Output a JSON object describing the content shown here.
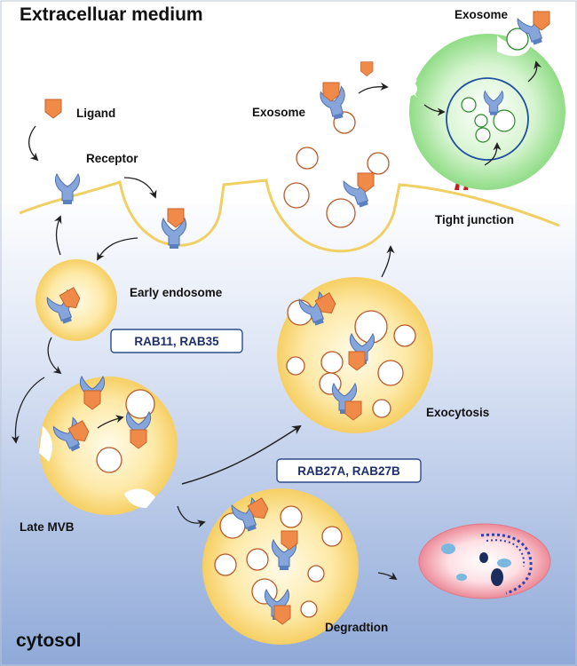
{
  "labels": {
    "extracellular": "Extracelluar medium",
    "cytosol": "cytosol",
    "ligand": "Ligand",
    "receptor": "Receptor",
    "exosome_mid": "Exosome",
    "exosome_top": "Exosome",
    "tight_junction": "Tight junction",
    "early_endosome": "Early endosome",
    "rab11": "RAB11, RAB35",
    "rab27": "RAB27A, RAB27B",
    "exocytosis": "Exocytosis",
    "late_mvb": "Late MVB",
    "degradation": "Degradtion"
  },
  "colors": {
    "membrane": "#f0cf63",
    "vesicle_fill": "#fde9a8",
    "vesicle_edge": "#f5cc5a",
    "exo_ring": "#b85a2a",
    "receiving_cell": "#9edf96",
    "receiving_nucleus": "#1f4fa0",
    "lysosome": "#ef9aa5",
    "receptor": "#7f9fd6",
    "ligand": "#f08a48",
    "box_border": "#2d4a8a",
    "tight_junction": "#c02020"
  }
}
